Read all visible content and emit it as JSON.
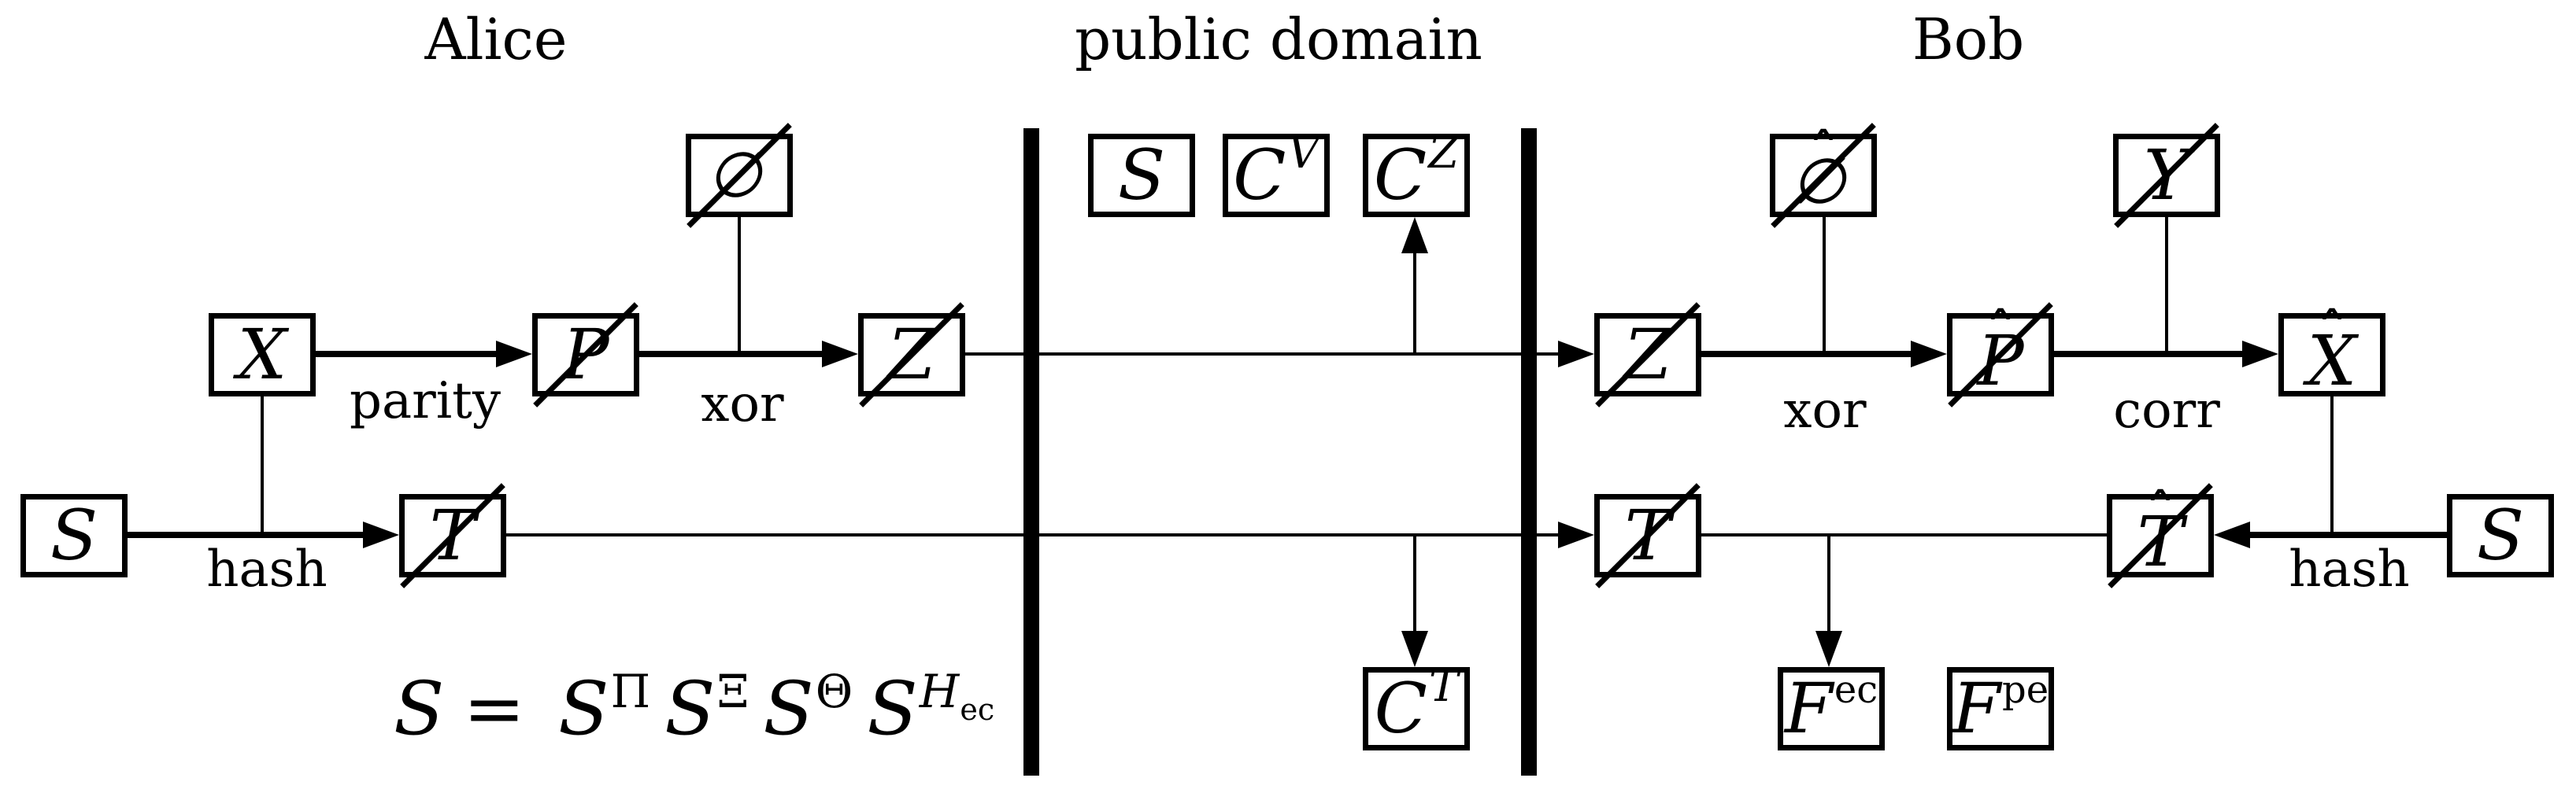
{
  "titles": {
    "alice": "Alice",
    "public_domain": "public domain",
    "bob": "Bob"
  },
  "boxes": {
    "oslash_alice": {
      "base": "∅"
    },
    "s_pub": {
      "base": "S"
    },
    "cv": {
      "base": "C",
      "sup": "V"
    },
    "cz": {
      "base": "C",
      "sup": "Z"
    },
    "oslash_bob": {
      "base": "∅",
      "hat": "ˆ"
    },
    "y": {
      "base": "Y"
    },
    "x": {
      "base": "X"
    },
    "p": {
      "base": "P"
    },
    "z": {
      "base": "Z"
    },
    "z_bob": {
      "base": "Z"
    },
    "p_hat": {
      "base": "P",
      "hat": "ˆ"
    },
    "x_hat": {
      "base": "X",
      "hat": "ˆ"
    },
    "s_left": {
      "base": "S"
    },
    "t": {
      "base": "T"
    },
    "t_bob": {
      "base": "T"
    },
    "t_hat": {
      "base": "T",
      "hat": "ˆ"
    },
    "s_right": {
      "base": "S"
    },
    "ct": {
      "base": "C",
      "sup": "T"
    },
    "fec": {
      "base": "F",
      "sup": "ec"
    },
    "fpe": {
      "base": "F",
      "sup": "pe"
    }
  },
  "edge_labels": {
    "parity": "parity",
    "xor_alice": "xor",
    "xor_bob": "xor",
    "corr": "corr",
    "hash_alice": "hash",
    "hash_bob": "hash"
  },
  "formula": {
    "lhs": "S",
    "eq": "=",
    "terms": [
      {
        "base": "S",
        "sup": "Π"
      },
      {
        "base": "S",
        "sup": "Ξ"
      },
      {
        "base": "S",
        "sup": "Θ"
      },
      {
        "base": "S",
        "sup": "H",
        "sup_sub": "ec"
      }
    ]
  },
  "colors": {
    "ink": "#000000",
    "background": "#ffffff"
  }
}
